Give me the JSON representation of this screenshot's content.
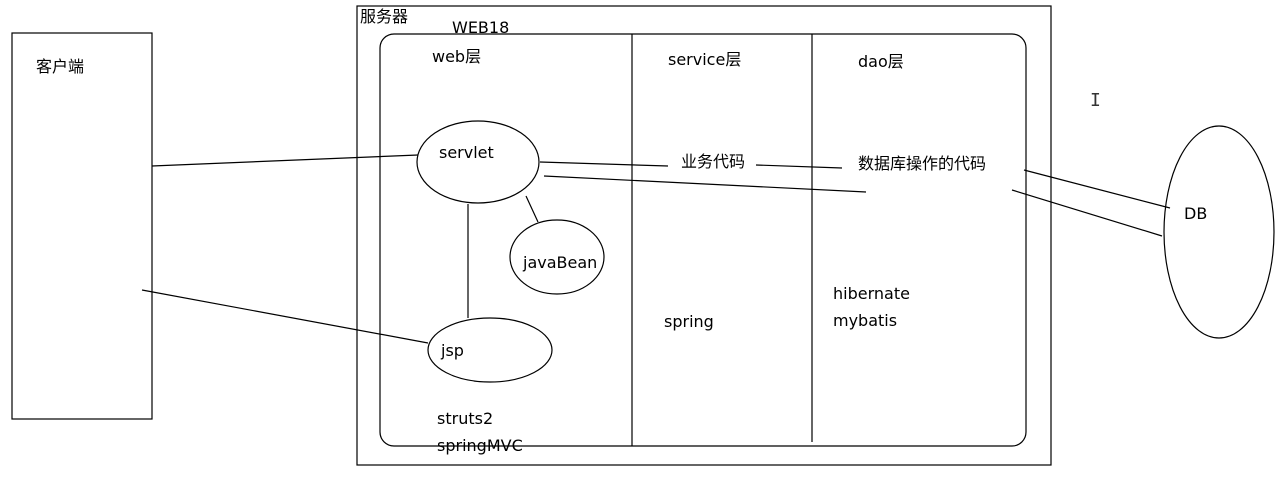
{
  "client": {
    "label": "客户端"
  },
  "server": {
    "label": "服务器",
    "project": "WEB18"
  },
  "layers": {
    "web": {
      "label": "web层",
      "frameworks": [
        "struts2",
        "springMVC"
      ]
    },
    "service": {
      "label": "service层",
      "framework": "spring",
      "code": "业务代码"
    },
    "dao": {
      "label": "dao层",
      "frameworks": [
        "hibernate",
        "mybatis"
      ],
      "code": "数据库操作的代码"
    }
  },
  "nodes": {
    "servlet": "servlet",
    "javabean": "javaBean",
    "jsp": "jsp",
    "db": "DB"
  },
  "cursor_icon": "text-cursor-icon"
}
